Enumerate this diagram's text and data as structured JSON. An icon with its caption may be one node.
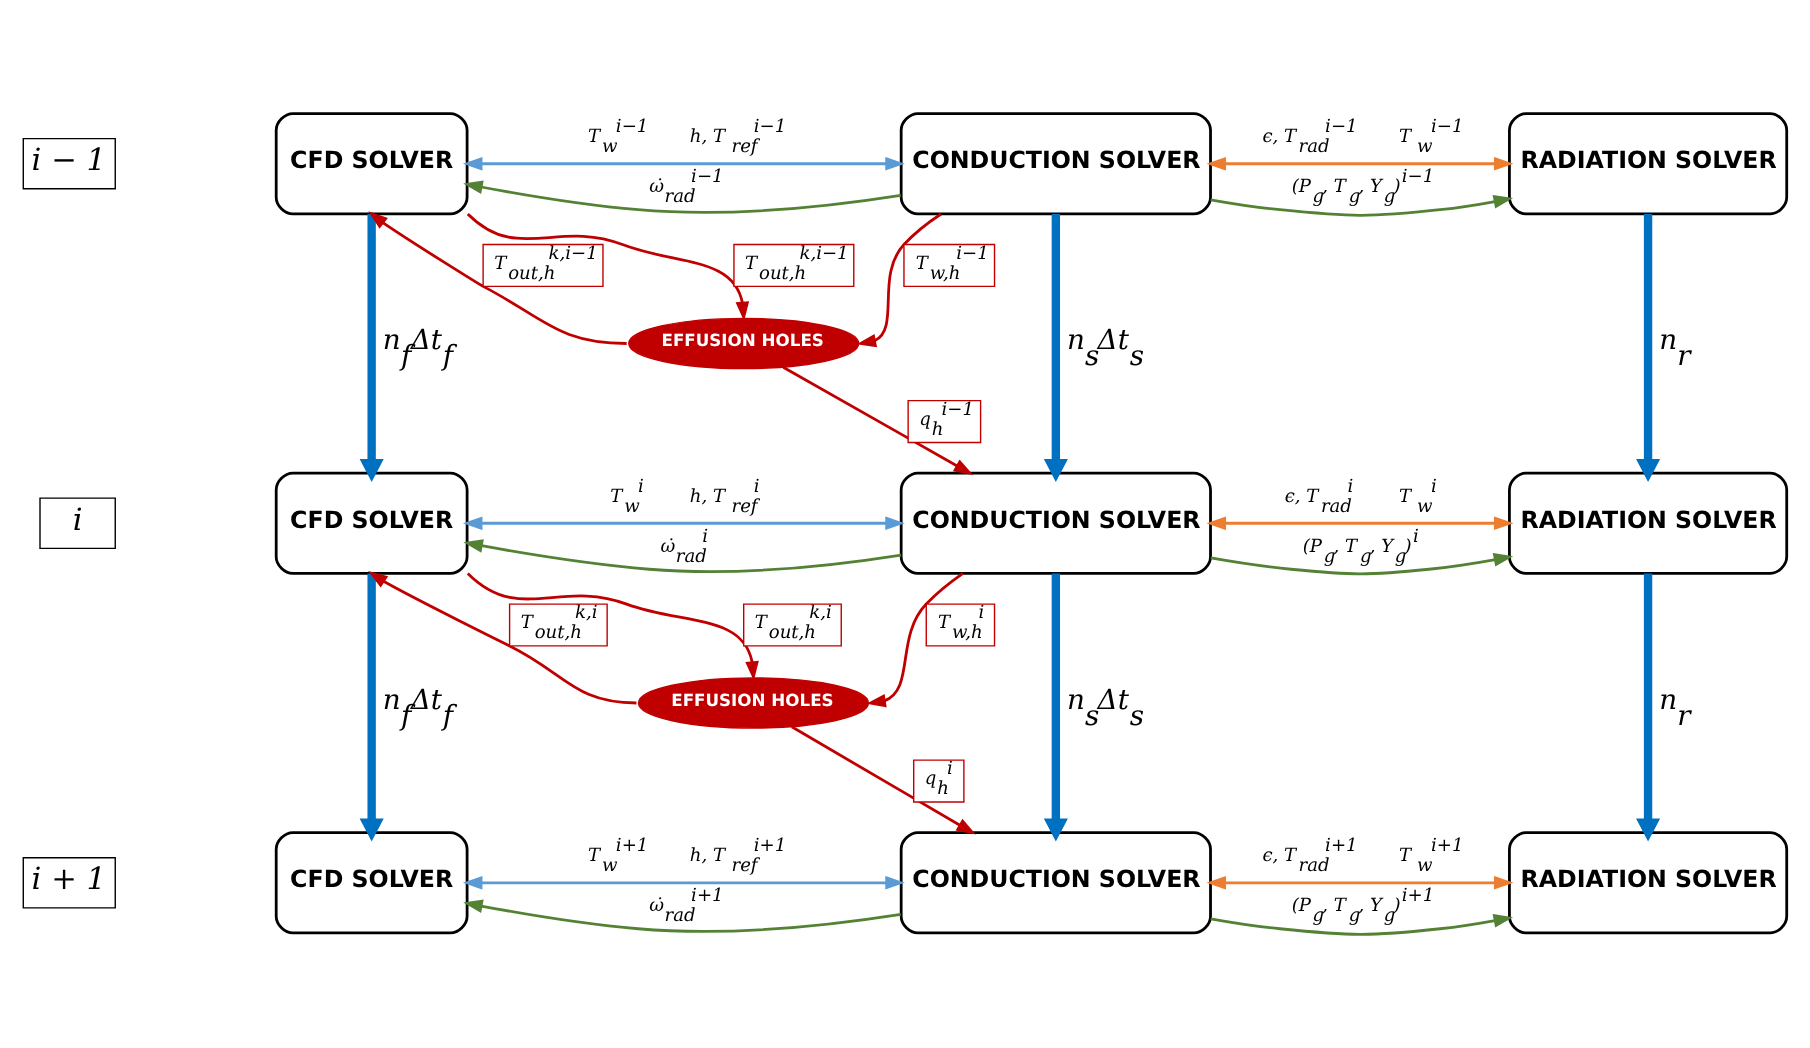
{
  "diagram": {
    "nodes": [
      {
        "text": [
          "i − 1"
        ]
      },
      {
        "text": [
          "CFD SOLVER"
        ]
      },
      {
        "text": [
          "CONDUCTION SOLVER"
        ]
      },
      {
        "text": [
          "RADIATION SOLVER"
        ]
      },
      {
        "text": [
          "EFFUSION HOLES"
        ]
      },
      {
        "text": [
          "i"
        ]
      },
      {
        "text": [
          "CFD SOLVER"
        ]
      },
      {
        "text": [
          "CONDUCTION SOLVER"
        ]
      },
      {
        "text": [
          "RADIATION SOLVER"
        ]
      },
      {
        "text": [
          "EFFUSION HOLES"
        ]
      },
      {
        "text": [
          "i + 1"
        ]
      },
      {
        "text": [
          "CFD SOLVER"
        ]
      },
      {
        "text": [
          "CONDUCTION SOLVER"
        ]
      },
      {
        "text": [
          "RADIATION SOLVER"
        ]
      }
    ],
    "edges": [
      {
        "from": 1,
        "to": 2,
        "arrow": "both",
        "label": "T$_{w}$$^{i−1}$        h, T$_{ref}$$^{i−1}$",
        "color": "#5b9bd5"
      },
      {
        "from": 2,
        "to": 1,
        "arrow": "to",
        "label": "ω̇$_{rad}$$^{i−1}$",
        "color": "#548235"
      },
      {
        "from": 2,
        "to": 3,
        "arrow": "both",
        "label": "ϵ, T$_{rad}$$^{i−1}$        T$_{w}$$^{i−1}$",
        "color": "#ed7d31"
      },
      {
        "from": 2,
        "to": 3,
        "arrow": "to",
        "label": "(P$_{g}$, T$_{g}$, Y$_{g}$)$^{i−1}$",
        "color": "#548235"
      },
      {
        "from": 1,
        "to": 6,
        "arrow": "to",
        "label": "n$_{f}$Δt$_{f}$",
        "style": "thick",
        "color": "#0070c0"
      },
      {
        "from": 2,
        "to": 7,
        "arrow": "to",
        "label": "n$_{s}$Δt$_{s}$",
        "style": "thick",
        "color": "#0070c0"
      },
      {
        "from": 3,
        "to": 8,
        "arrow": "to",
        "label": "n$_{r}$",
        "style": "thick",
        "color": "#0070c0"
      },
      {
        "from": 1,
        "to": 4,
        "arrow": "to",
        "label": "T$_{out,h}$$^{k,i−1}$",
        "color": "#c00000"
      },
      {
        "from": 4,
        "to": 1,
        "arrow": "to",
        "label": "T$_{out,h}$$^{k,i−1}$",
        "color": "#c00000"
      },
      {
        "from": 2,
        "to": 4,
        "arrow": "to",
        "label": "T$_{w,h}$$^{i−1}$",
        "color": "#c00000"
      },
      {
        "from": 4,
        "to": 7,
        "arrow": "to",
        "label": "q$_{h}$$^{i−1}$",
        "color": "#c00000"
      },
      {
        "from": 6,
        "to": 7,
        "arrow": "both",
        "label": "T$_{w}$$^{i}$        h, T$_{ref}$$^{i}$",
        "color": "#5b9bd5"
      },
      {
        "from": 7,
        "to": 6,
        "arrow": "to",
        "label": "ω̇$_{rad}$$^{i}$",
        "color": "#548235"
      },
      {
        "from": 7,
        "to": 8,
        "arrow": "both",
        "label": "ϵ, T$_{rad}$$^{i}$        T$_{w}$$^{i}$",
        "color": "#ed7d31"
      },
      {
        "from": 7,
        "to": 8,
        "arrow": "to",
        "label": "(P$_{g}$, T$_{g}$, Y$_{g}$)$^{i}$",
        "color": "#548235"
      },
      {
        "from": 6,
        "to": 11,
        "arrow": "to",
        "label": "n$_{f}$Δt$_{f}$",
        "style": "thick",
        "color": "#0070c0"
      },
      {
        "from": 7,
        "to": 12,
        "arrow": "to",
        "label": "n$_{s}$Δt$_{s}$",
        "style": "thick",
        "color": "#0070c0"
      },
      {
        "from": 8,
        "to": 13,
        "arrow": "to",
        "label": "n$_{r}$",
        "style": "thick",
        "color": "#0070c0"
      },
      {
        "from": 6,
        "to": 9,
        "arrow": "to",
        "label": "T$_{out,h}$$^{k,i}$",
        "color": "#c00000"
      },
      {
        "from": 9,
        "to": 6,
        "arrow": "to",
        "label": "T$_{out,h}$$^{k,i}$",
        "color": "#c00000"
      },
      {
        "from": 7,
        "to": 9,
        "arrow": "to",
        "label": "T$_{w,h}$$^{i}$",
        "color": "#c00000"
      },
      {
        "from": 9,
        "to": 12,
        "arrow": "to",
        "label": "q$_{h}$$^{i}$",
        "color": "#c00000"
      },
      {
        "from": 11,
        "to": 12,
        "arrow": "both",
        "label": "T$_{w}$$^{i+1}$        h, T$_{ref}$$^{i+1}$",
        "color": "#5b9bd5"
      },
      {
        "from": 12,
        "to": 11,
        "arrow": "to",
        "label": "ω̇$_{rad}$$^{i+1}$",
        "color": "#548235"
      },
      {
        "from": 12,
        "to": 13,
        "arrow": "both",
        "label": "ϵ, T$_{rad}$$^{i+1}$        T$_{w}$$^{i+1}$",
        "color": "#ed7d31"
      },
      {
        "from": 12,
        "to": 13,
        "arrow": "to",
        "label": "(P$_{g}$, T$_{g}$, Y$_{g}$)$^{i+1}$",
        "color": "#548235"
      }
    ]
  }
}
